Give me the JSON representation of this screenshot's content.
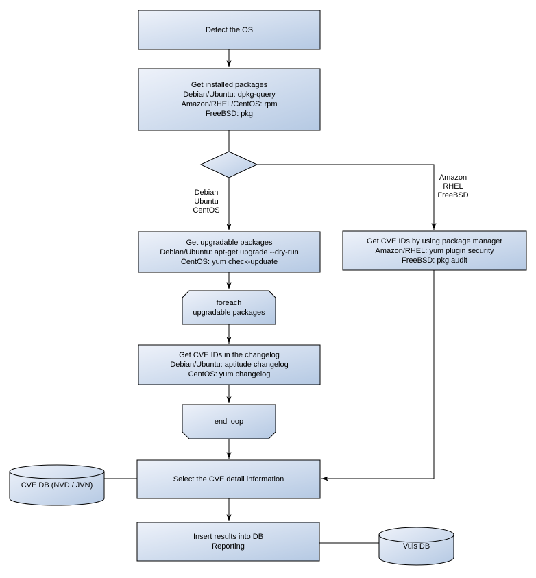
{
  "nodes": {
    "detect_os": {
      "label": "Detect the OS"
    },
    "get_installed": {
      "label": "Get installed packages\nDebian/Ubuntu: dpkg-query\nAmazon/RHEL/CentOS: rpm\nFreeBSD: pkg"
    },
    "get_upgradable": {
      "label": "Get upgradable packages\nDebian/Ubuntu: apt-get upgrade --dry-run\nCentOS: yum check-upduate"
    },
    "get_cve_pkg_manager": {
      "label": "Get CVE IDs by using package manager\nAmazon/RHEL: yum plugin security\nFreeBSD: pkg audit"
    },
    "foreach_loop": {
      "label": "foreach\nupgradable packages"
    },
    "get_cve_changelog": {
      "label": "Get CVE IDs in the changelog\nDebian/Ubuntu: aptitude changelog\nCentOS: yum changelog"
    },
    "end_loop": {
      "label": "end loop"
    },
    "select_cve": {
      "label": "Select the CVE detail information"
    },
    "cve_db": {
      "label": "CVE DB (NVD / JVN)"
    },
    "insert_results": {
      "label": "Insert results into DB\nReporting"
    },
    "vuls_db": {
      "label": "Vuls DB"
    }
  },
  "edge_labels": {
    "left_branch": "Debian\nUbuntu\nCentOS",
    "right_branch": "Amazon\nRHEL\nFreeBSD"
  },
  "colors": {
    "node_fill_light": "#eef2fa",
    "node_fill_dark": "#b5c9e3",
    "node_border": "#000000",
    "connector": "#000000",
    "text": "#000000",
    "background": "#ffffff"
  }
}
